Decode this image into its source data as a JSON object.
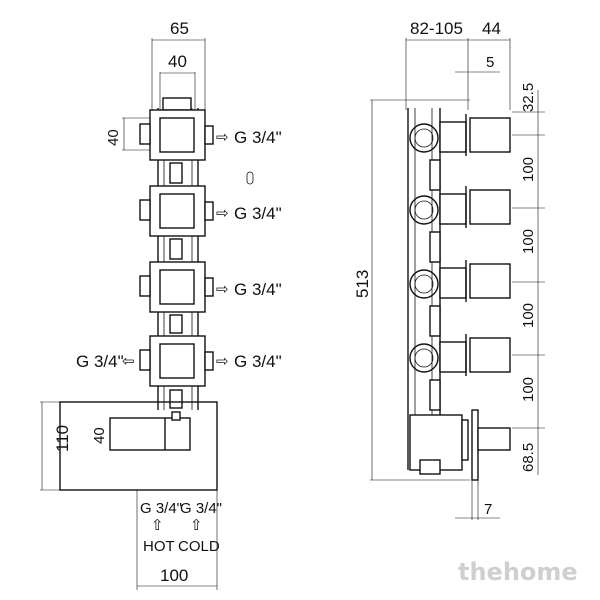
{
  "front_view": {
    "dim_width_total": "65",
    "dim_width_inner": "40",
    "dim_height_handle": "40",
    "outlets": [
      "G 3/4\"",
      "G 3/4\"",
      "G 3/4\"",
      "G 3/4\""
    ],
    "left_outlet": "G 3/4\"",
    "cover_height": "110",
    "cover_handle": "40",
    "inlet_hot_thread": "G 3/4\"",
    "inlet_cold_thread": "G 3/4\"",
    "inlet_hot_label": "HOT",
    "inlet_cold_label": "COLD",
    "cover_width": "100"
  },
  "side_view": {
    "dim_depth": "82-105",
    "dim_handle_depth": "44",
    "dim_plate": "5",
    "dim_top": "32.5",
    "dim_pitch": [
      "100",
      "100",
      "100",
      "100"
    ],
    "dim_bottom": "68.5",
    "dim_total_height": "513",
    "dim_cover_plate": "7"
  },
  "watermark": "thehome"
}
